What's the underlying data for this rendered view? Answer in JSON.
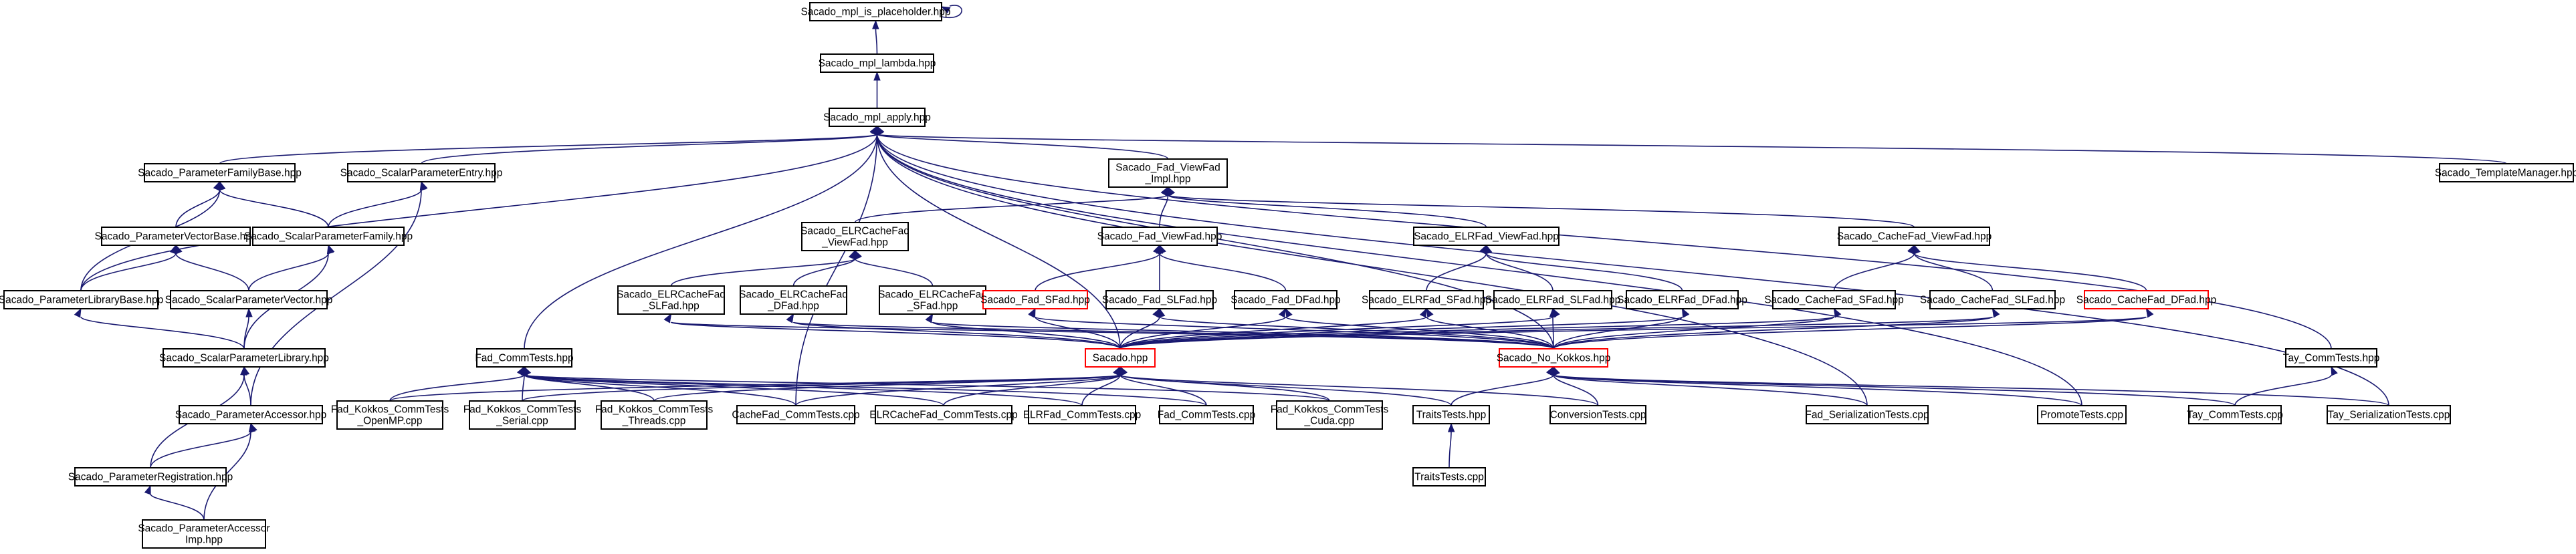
{
  "colors": {
    "edge": "#191970",
    "node_border": "#000000",
    "node_border_truncated": "#ff0000",
    "focus_fill": "#bfbfbf",
    "background": "#ffffff"
  },
  "nodes": [
    {
      "id": "placeholder",
      "label": "Sacado_mpl_is_placeholder.hpp",
      "focus": true
    },
    {
      "id": "lambda",
      "label": "Sacado_mpl_lambda.hpp"
    },
    {
      "id": "apply",
      "label": "Sacado_mpl_apply.hpp"
    },
    {
      "id": "pfb",
      "label": "Sacado_ParameterFamilyBase.hpp"
    },
    {
      "id": "spe",
      "label": "Sacado_ScalarParameterEntry.hpp"
    },
    {
      "id": "fvfi",
      "label": "Sacado_Fad_ViewFad\n_Impl.hpp"
    },
    {
      "id": "tm",
      "label": "Sacado_TemplateManager.hpp"
    },
    {
      "id": "pvb",
      "label": "Sacado_ParameterVectorBase.hpp"
    },
    {
      "id": "spf",
      "label": "Sacado_ScalarParameterFamily.hpp"
    },
    {
      "id": "elrcvf",
      "label": "Sacado_ELRCacheFad\n_ViewFad.hpp"
    },
    {
      "id": "fvf",
      "label": "Sacado_Fad_ViewFad.hpp"
    },
    {
      "id": "elrvf",
      "label": "Sacado_ELRFad_ViewFad.hpp"
    },
    {
      "id": "cvf",
      "label": "Sacado_CacheFad_ViewFad.hpp"
    },
    {
      "id": "plb",
      "label": "Sacado_ParameterLibraryBase.hpp"
    },
    {
      "id": "spv",
      "label": "Sacado_ScalarParameterVector.hpp"
    },
    {
      "id": "elrc_sfad",
      "label": "Sacado_ELRCacheFad\n_SLFad.hpp"
    },
    {
      "id": "elrc_dfad",
      "label": "Sacado_ELRCacheFad\n_DFad.hpp"
    },
    {
      "id": "elrc_sfad2",
      "label": "Sacado_ELRCacheFad\n_SFad.hpp"
    },
    {
      "id": "fad_sfad",
      "label": "Sacado_Fad_SFad.hpp",
      "truncated": true
    },
    {
      "id": "fad_slfad",
      "label": "Sacado_Fad_SLFad.hpp"
    },
    {
      "id": "fad_dfad",
      "label": "Sacado_Fad_DFad.hpp"
    },
    {
      "id": "elr_sfad",
      "label": "Sacado_ELRFad_SFad.hpp"
    },
    {
      "id": "elr_slfad",
      "label": "Sacado_ELRFad_SLFad.hpp"
    },
    {
      "id": "elr_dfad",
      "label": "Sacado_ELRFad_DFad.hpp"
    },
    {
      "id": "cf_sfad",
      "label": "Sacado_CacheFad_SFad.hpp"
    },
    {
      "id": "cf_slfad",
      "label": "Sacado_CacheFad_SLFad.hpp"
    },
    {
      "id": "cf_dfad",
      "label": "Sacado_CacheFad_DFad.hpp",
      "truncated": true
    },
    {
      "id": "fct",
      "label": "Fad_CommTests.hpp"
    },
    {
      "id": "spl",
      "label": "Sacado_ScalarParameterLibrary.hpp"
    },
    {
      "id": "sacado",
      "label": "Sacado.hpp",
      "truncated": true
    },
    {
      "id": "nokk",
      "label": "Sacado_No_Kokkos.hpp",
      "truncated": true
    },
    {
      "id": "tay_ct",
      "label": "Tay_CommTests.hpp"
    },
    {
      "id": "pa",
      "label": "Sacado_ParameterAccessor.hpp"
    },
    {
      "id": "fkc_omp",
      "label": "Fad_Kokkos_CommTests\n_OpenMP.cpp"
    },
    {
      "id": "fkc_ser",
      "label": "Fad_Kokkos_CommTests\n_Serial.cpp"
    },
    {
      "id": "fkc_thr",
      "label": "Fad_Kokkos_CommTests\n_Threads.cpp"
    },
    {
      "id": "cfct",
      "label": "CacheFad_CommTests.cpp"
    },
    {
      "id": "elrcfct",
      "label": "ELRCacheFad_CommTests.cpp"
    },
    {
      "id": "elrfct",
      "label": "ELRFad_CommTests.cpp"
    },
    {
      "id": "fctc",
      "label": "Fad_CommTests.cpp"
    },
    {
      "id": "fkc_cuda",
      "label": "Fad_Kokkos_CommTests\n_Cuda.cpp"
    },
    {
      "id": "traits_h",
      "label": "TraitsTests.hpp"
    },
    {
      "id": "conv",
      "label": "ConversionTests.cpp"
    },
    {
      "id": "fadser",
      "label": "Fad_SerializationTests.cpp"
    },
    {
      "id": "promote",
      "label": "PromoteTests.cpp"
    },
    {
      "id": "tayct",
      "label": "Tay_CommTests.cpp"
    },
    {
      "id": "tayser",
      "label": "Tay_SerializationTests.cpp"
    },
    {
      "id": "pr",
      "label": "Sacado_ParameterRegistration.hpp"
    },
    {
      "id": "traits_c",
      "label": "TraitsTests.cpp"
    },
    {
      "id": "pai",
      "label": "Sacado_ParameterAccessor\nImp.hpp"
    }
  ],
  "edges": [
    [
      "placeholder",
      "placeholder"
    ],
    [
      "placeholder",
      "lambda"
    ],
    [
      "lambda",
      "apply"
    ],
    [
      "apply",
      "pfb"
    ],
    [
      "apply",
      "spe"
    ],
    [
      "apply",
      "fvfi"
    ],
    [
      "apply",
      "tm"
    ],
    [
      "apply",
      "plb"
    ],
    [
      "apply",
      "fct"
    ],
    [
      "apply",
      "sacado"
    ],
    [
      "apply",
      "nokk"
    ],
    [
      "apply",
      "tay_ct"
    ],
    [
      "apply",
      "fadser"
    ],
    [
      "apply",
      "promote"
    ],
    [
      "apply",
      "tayser"
    ],
    [
      "apply",
      "cfct"
    ],
    [
      "pfb",
      "pvb"
    ],
    [
      "pfb",
      "spf"
    ],
    [
      "pfb",
      "plb"
    ],
    [
      "spe",
      "spf"
    ],
    [
      "spe",
      "pa"
    ],
    [
      "fvfi",
      "elrcvf"
    ],
    [
      "fvfi",
      "fvf"
    ],
    [
      "fvfi",
      "elrvf"
    ],
    [
      "fvfi",
      "cvf"
    ],
    [
      "pvb",
      "plb"
    ],
    [
      "pvb",
      "spv"
    ],
    [
      "spf",
      "spv"
    ],
    [
      "spf",
      "spl"
    ],
    [
      "plb",
      "spl"
    ],
    [
      "spv",
      "spl"
    ],
    [
      "spl",
      "pa"
    ],
    [
      "spl",
      "pr"
    ],
    [
      "pa",
      "pr"
    ],
    [
      "pa",
      "pai"
    ],
    [
      "pr",
      "pai"
    ],
    [
      "elrcvf",
      "elrc_sfad"
    ],
    [
      "elrcvf",
      "elrc_dfad"
    ],
    [
      "elrcvf",
      "elrc_sfad2"
    ],
    [
      "fvf",
      "fad_sfad"
    ],
    [
      "fvf",
      "fad_slfad"
    ],
    [
      "fvf",
      "fad_dfad"
    ],
    [
      "elrvf",
      "elr_sfad"
    ],
    [
      "elrvf",
      "elr_slfad"
    ],
    [
      "elrvf",
      "elr_dfad"
    ],
    [
      "cvf",
      "cf_sfad"
    ],
    [
      "cvf",
      "cf_slfad"
    ],
    [
      "cvf",
      "cf_dfad"
    ],
    [
      "elrc_sfad",
      "sacado"
    ],
    [
      "elrc_sfad",
      "nokk"
    ],
    [
      "elrc_dfad",
      "sacado"
    ],
    [
      "elrc_dfad",
      "nokk"
    ],
    [
      "elrc_sfad2",
      "sacado"
    ],
    [
      "elrc_sfad2",
      "nokk"
    ],
    [
      "fad_sfad",
      "sacado"
    ],
    [
      "fad_sfad",
      "nokk"
    ],
    [
      "fad_slfad",
      "sacado"
    ],
    [
      "fad_slfad",
      "nokk"
    ],
    [
      "fad_dfad",
      "sacado"
    ],
    [
      "fad_dfad",
      "nokk"
    ],
    [
      "elr_sfad",
      "sacado"
    ],
    [
      "elr_sfad",
      "nokk"
    ],
    [
      "elr_slfad",
      "sacado"
    ],
    [
      "elr_slfad",
      "nokk"
    ],
    [
      "elr_dfad",
      "sacado"
    ],
    [
      "elr_dfad",
      "nokk"
    ],
    [
      "cf_sfad",
      "sacado"
    ],
    [
      "cf_sfad",
      "nokk"
    ],
    [
      "cf_slfad",
      "sacado"
    ],
    [
      "cf_slfad",
      "nokk"
    ],
    [
      "cf_dfad",
      "sacado"
    ],
    [
      "cf_dfad",
      "nokk"
    ],
    [
      "fct",
      "fkc_omp"
    ],
    [
      "fct",
      "fkc_ser"
    ],
    [
      "fct",
      "fkc_thr"
    ],
    [
      "fct",
      "cfct"
    ],
    [
      "fct",
      "elrcfct"
    ],
    [
      "fct",
      "elrfct"
    ],
    [
      "fct",
      "fctc"
    ],
    [
      "fct",
      "fkc_cuda"
    ],
    [
      "sacado",
      "fkc_omp"
    ],
    [
      "sacado",
      "fkc_ser"
    ],
    [
      "sacado",
      "fkc_thr"
    ],
    [
      "sacado",
      "cfct"
    ],
    [
      "sacado",
      "elrcfct"
    ],
    [
      "sacado",
      "elrfct"
    ],
    [
      "sacado",
      "fctc"
    ],
    [
      "sacado",
      "fkc_cuda"
    ],
    [
      "sacado",
      "traits_h"
    ],
    [
      "sacado",
      "conv"
    ],
    [
      "nokk",
      "traits_h"
    ],
    [
      "nokk",
      "conv"
    ],
    [
      "nokk",
      "fadser"
    ],
    [
      "nokk",
      "promote"
    ],
    [
      "nokk",
      "tayct"
    ],
    [
      "nokk",
      "tayser"
    ],
    [
      "tay_ct",
      "tayct"
    ],
    [
      "traits_h",
      "traits_c"
    ]
  ]
}
